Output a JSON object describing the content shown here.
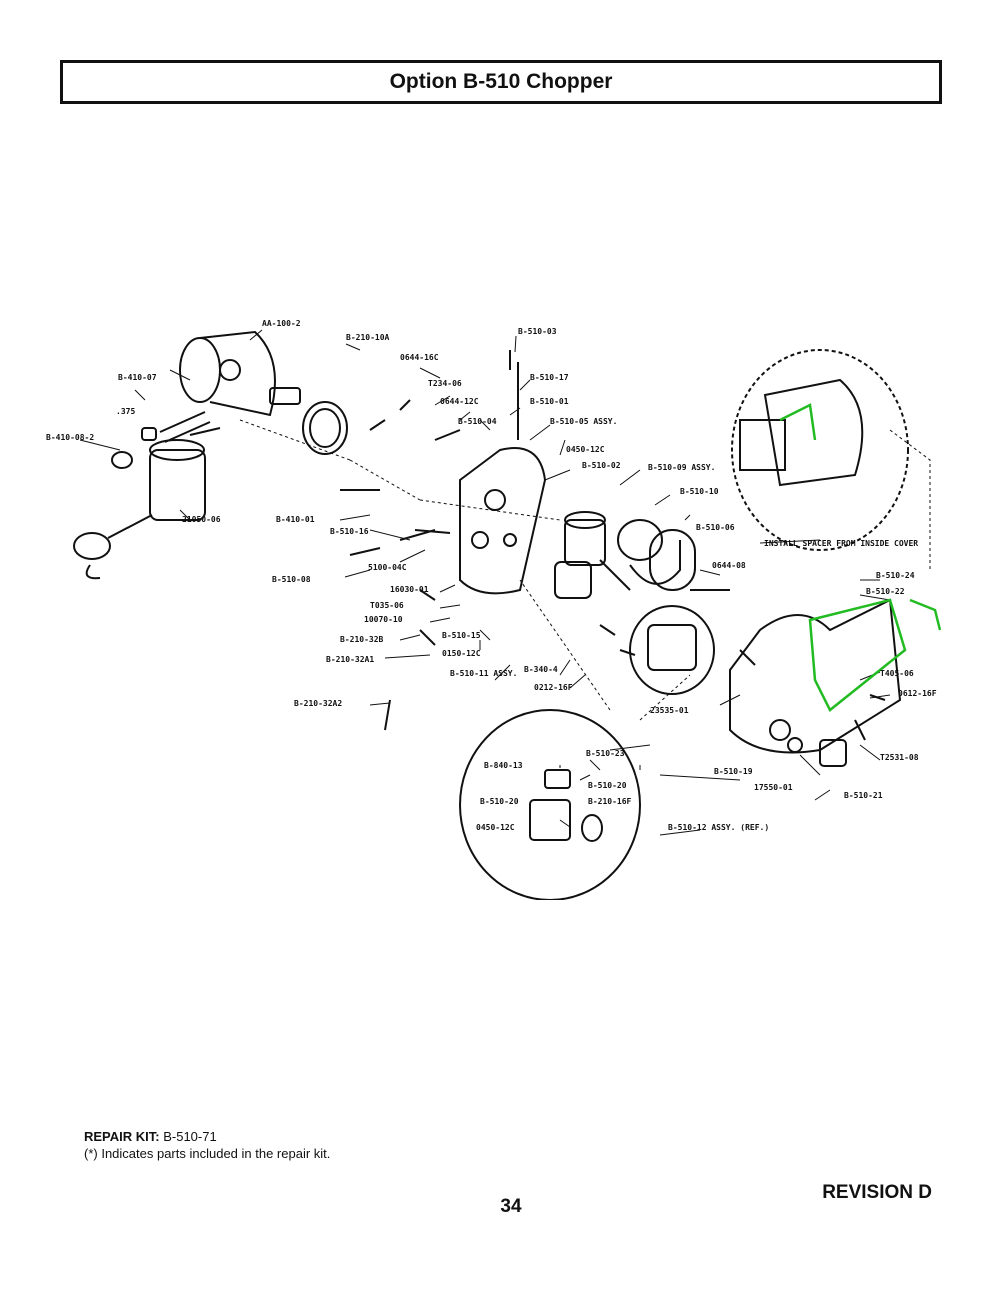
{
  "header": {
    "title": "Option B-510 Chopper"
  },
  "callouts": [
    {
      "id": "c1",
      "text": "AA-100-2"
    },
    {
      "id": "c2",
      "text": "B-210-10A"
    },
    {
      "id": "c3",
      "text": "B-510-03"
    },
    {
      "id": "c4",
      "text": "0644-16C"
    },
    {
      "id": "c5",
      "text": "B-510-17"
    },
    {
      "id": "c6",
      "text": "B-410-07"
    },
    {
      "id": "c7",
      "text": "T234-06"
    },
    {
      "id": "c8",
      "text": ".375"
    },
    {
      "id": "c9",
      "text": "0644-12C"
    },
    {
      "id": "c10",
      "text": "B-510-01"
    },
    {
      "id": "c11",
      "text": "B-510-04"
    },
    {
      "id": "c12",
      "text": "B-510-05 ASSY."
    },
    {
      "id": "c13",
      "text": "B-410-08-2"
    },
    {
      "id": "c14",
      "text": "0450-12C"
    },
    {
      "id": "c15",
      "text": "B-510-02"
    },
    {
      "id": "c16",
      "text": "B-510-09 ASSY."
    },
    {
      "id": "c17",
      "text": "B-510-10"
    },
    {
      "id": "c18",
      "text": "21050-06"
    },
    {
      "id": "c19",
      "text": "B-410-01"
    },
    {
      "id": "c20",
      "text": "B-510-16"
    },
    {
      "id": "c21",
      "text": "B-510-06"
    },
    {
      "id": "c22",
      "text": "INSTALL SPACER FROM INSIDE COVER"
    },
    {
      "id": "c23",
      "text": "5100-04C"
    },
    {
      "id": "c24",
      "text": "B-510-08"
    },
    {
      "id": "c25",
      "text": "0644-08"
    },
    {
      "id": "c26",
      "text": "16030-01"
    },
    {
      "id": "c27",
      "text": "B-510-24"
    },
    {
      "id": "c28",
      "text": "T035-06"
    },
    {
      "id": "c29",
      "text": "B-510-22"
    },
    {
      "id": "c30",
      "text": "10070-10"
    },
    {
      "id": "c31",
      "text": "B-510-15"
    },
    {
      "id": "c32",
      "text": "B-210-32B"
    },
    {
      "id": "c33",
      "text": "0150-12C"
    },
    {
      "id": "c34",
      "text": "B-210-32A1"
    },
    {
      "id": "c35",
      "text": "B-340-4"
    },
    {
      "id": "c36",
      "text": "T405-06"
    },
    {
      "id": "c37",
      "text": "B-510-11 ASSY."
    },
    {
      "id": "c38",
      "text": "0212-16F"
    },
    {
      "id": "c39",
      "text": "0612-16F"
    },
    {
      "id": "c40",
      "text": "B-210-32A2"
    },
    {
      "id": "c41",
      "text": "23535-01"
    },
    {
      "id": "c42",
      "text": "B-510-23"
    },
    {
      "id": "c43",
      "text": "B-840-13"
    },
    {
      "id": "c44",
      "text": "B-510-20"
    },
    {
      "id": "c45",
      "text": "T2531-08"
    },
    {
      "id": "c46",
      "text": "B-510-19"
    },
    {
      "id": "c47",
      "text": "B-210-16F"
    },
    {
      "id": "c48",
      "text": "B-510-20"
    },
    {
      "id": "c49",
      "text": "17550-01"
    },
    {
      "id": "c50",
      "text": "B-510-21"
    },
    {
      "id": "c51",
      "text": "0450-12C"
    },
    {
      "id": "c52",
      "text": "B-510-12 ASSY. (REF.)"
    }
  ],
  "footer": {
    "repair_kit_label": "REPAIR KIT:",
    "repair_kit_value": " B-510-71",
    "note": "(*) Indicates parts included in the repair kit.",
    "page_number": "34",
    "revision": "REVISION D"
  },
  "colors": {
    "highlight": "#22bb22",
    "ink": "#111111"
  }
}
